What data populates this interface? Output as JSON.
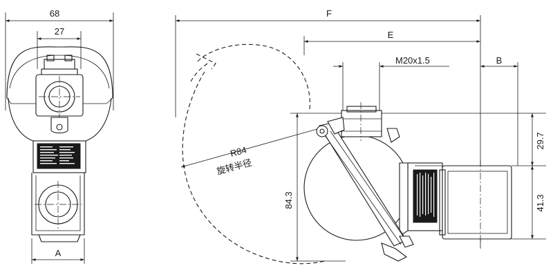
{
  "front_view": {
    "dim_overall_width": "68",
    "dim_inner_width": "27",
    "dim_base_width": "A"
  },
  "side_view": {
    "dim_total_length": "F",
    "dim_body_length": "E",
    "dim_thread": "M20x1.5",
    "dim_connector_length": "B",
    "dim_height_upper": "29.7",
    "dim_height_lower": "41.3",
    "dim_total_height": "84.3",
    "swing_radius": "R84",
    "swing_radius_caption": "旋转半径"
  }
}
